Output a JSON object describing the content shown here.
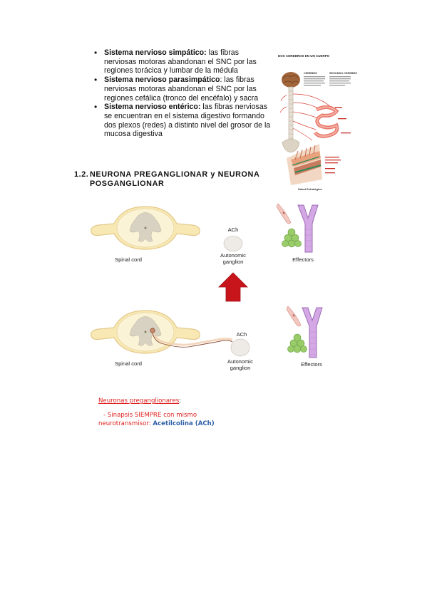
{
  "bullets": [
    {
      "term": "Sistema nervioso simpático:",
      "text": " las fibras nerviosas motoras abandonan el SNC por las regiones torácica y lumbar de la médula"
    },
    {
      "term": "Sistema nervioso parasimpático",
      "text": ": las fibras nerviosas motoras abandonan el SNC por las regiones cefálica (tronco del encéfalo) y sacra"
    },
    {
      "term": "Sistema nervioso entérico:",
      "text": " las fibras nerviosas se encuentran en el sistema digestivo formando dos plexos (redes) a distinto nivel del grosor de la mucosa digestiva"
    }
  ],
  "side_figure": {
    "title": "DOS CEREBROS EN UN CUERPO",
    "col1": "CEREBRO",
    "col2": "SEGUNDO CEREBRO",
    "caption": "Salud Estratégica"
  },
  "heading": {
    "number": "1.2.",
    "line1": "NEURONA PREGANGLIONAR  y NEURONA",
    "line2": "POSGANGLIONAR"
  },
  "figure_top": {
    "spinal_cord": "Spinal cord",
    "ach": "ACh",
    "ganglion_line1": "Autonomic",
    "ganglion_line2": "ganglion",
    "effectors": "Effectors"
  },
  "figure_bottom": {
    "spinal_cord": "Spinal cord",
    "ach": "ACh",
    "ganglion_line1": "Autonomic",
    "ganglion_line2": "ganglion",
    "effectors": "Effectors"
  },
  "notes": {
    "title": "Neuronas preganglionares",
    "colon": ":",
    "line1": "- Sinapsis SIEMPRE con mismo",
    "line2_prefix": "neurotransmisor: ",
    "line2_highlight": "Acetilcolina (ACh)"
  }
}
